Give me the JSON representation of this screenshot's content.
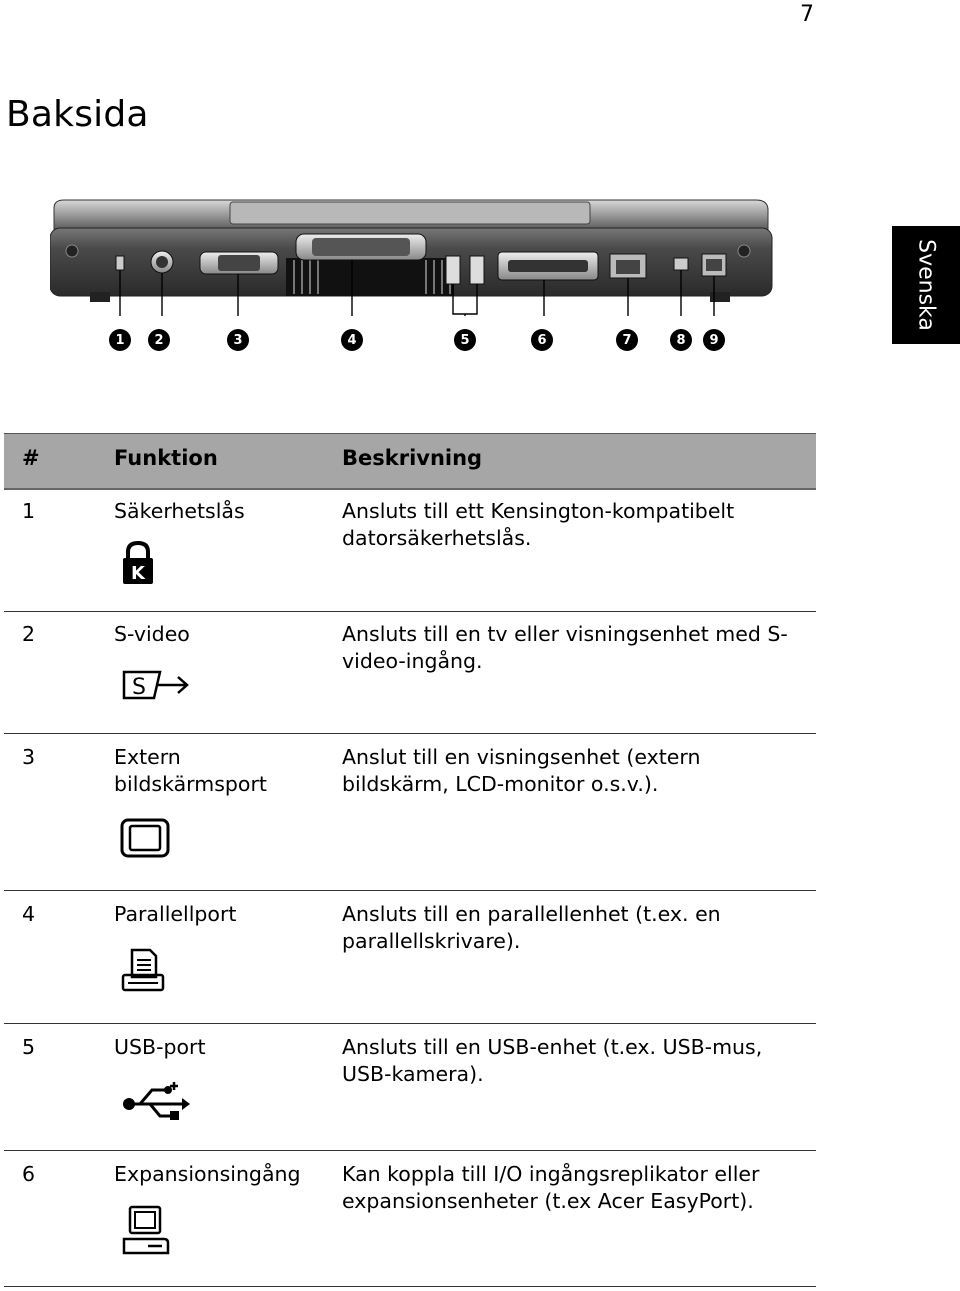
{
  "page": {
    "number": "7",
    "title": "Baksida",
    "language_tab": "Svenska"
  },
  "callouts": [
    "1",
    "2",
    "3",
    "4",
    "5",
    "6",
    "7",
    "8",
    "9"
  ],
  "table": {
    "headers": {
      "num": "#",
      "function": "Funktion",
      "description": "Beskrivning"
    },
    "rows": [
      {
        "num": "1",
        "function": "Säkerhetslås",
        "description": "Ansluts till ett Kensington-kompatibelt datorsäkerhetslås.",
        "icon": "kensington-lock-icon",
        "icon_letter": "K"
      },
      {
        "num": "2",
        "function": "S-video",
        "description": "Ansluts till en tv eller visningsenhet med S-video-ingång.",
        "icon": "s-video-icon",
        "icon_letter": "S"
      },
      {
        "num": "3",
        "function": "Extern bildskärmsport",
        "description": "Anslut till en visningsenhet (extern bildskärm, LCD-monitor o.s.v.).",
        "icon": "monitor-icon"
      },
      {
        "num": "4",
        "function": "Parallellport",
        "description": "Ansluts till en parallellenhet (t.ex. en parallellskrivare).",
        "icon": "printer-icon"
      },
      {
        "num": "5",
        "function": "USB-port",
        "description": "Ansluts till en USB-enhet (t.ex. USB-mus, USB-kamera).",
        "icon": "usb-icon"
      },
      {
        "num": "6",
        "function": "Expansionsingång",
        "description": "Kan koppla till I/O ingångsreplikator eller expansionsenheter (t.ex Acer EasyPort).",
        "icon": "computer-icon"
      }
    ]
  }
}
